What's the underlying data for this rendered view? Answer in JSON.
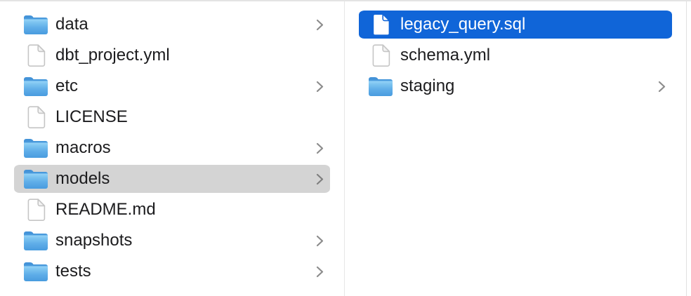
{
  "window": {
    "kind": "finder-column-view",
    "background": "#ffffff",
    "top_border_color": "#e3e3e3",
    "divider_color": "#e7e7e7"
  },
  "colors": {
    "selection_blue": "#1065d8",
    "selection_gray": "#d4d4d4",
    "text": "#1c1c1e",
    "selected_text": "#ffffff",
    "chevron": "#8c8c8c",
    "folder_blue": "#5fade8"
  },
  "icons": {
    "folder": "folder-icon",
    "file": "document-icon",
    "chevron": "chevron-right-icon"
  },
  "columns": [
    {
      "name": "column-1",
      "items": [
        {
          "name": "data",
          "type": "folder",
          "chevron": true,
          "selected": "none"
        },
        {
          "name": "dbt_project.yml",
          "type": "file",
          "chevron": false,
          "selected": "none"
        },
        {
          "name": "etc",
          "type": "folder",
          "chevron": true,
          "selected": "none"
        },
        {
          "name": "LICENSE",
          "type": "file",
          "chevron": false,
          "selected": "none"
        },
        {
          "name": "macros",
          "type": "folder",
          "chevron": true,
          "selected": "none"
        },
        {
          "name": "models",
          "type": "folder",
          "chevron": true,
          "selected": "gray"
        },
        {
          "name": "README.md",
          "type": "file",
          "chevron": false,
          "selected": "none"
        },
        {
          "name": "snapshots",
          "type": "folder",
          "chevron": true,
          "selected": "none"
        },
        {
          "name": "tests",
          "type": "folder",
          "chevron": true,
          "selected": "none"
        }
      ]
    },
    {
      "name": "column-2",
      "items": [
        {
          "name": "legacy_query.sql",
          "type": "file",
          "chevron": false,
          "selected": "blue"
        },
        {
          "name": "schema.yml",
          "type": "file",
          "chevron": false,
          "selected": "none"
        },
        {
          "name": "staging",
          "type": "folder",
          "chevron": true,
          "selected": "none"
        }
      ]
    },
    {
      "name": "column-3",
      "items": []
    }
  ]
}
